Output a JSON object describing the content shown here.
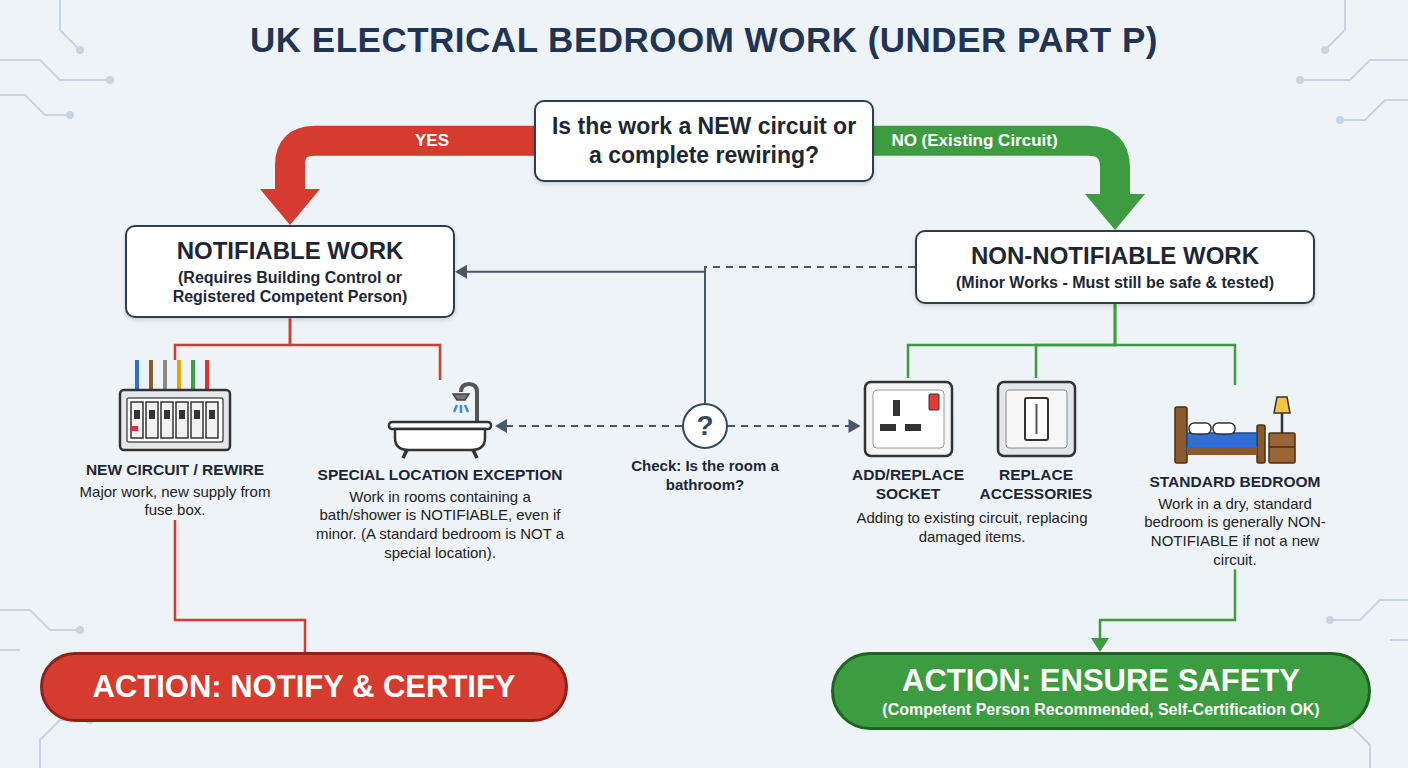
{
  "diagram": {
    "title": "UK ELECTRICAL BEDROOM WORK (UNDER PART P)",
    "nodes": [
      {
        "text": [
          "Is the work a NEW circuit or a complete rewiring?"
        ]
      },
      {
        "text": [
          "NOTIFIABLE WORK",
          "(Requires Building Control or Registered Competent Person)"
        ]
      },
      {
        "text": [
          "NON-NOTIFIABLE WORK",
          "(Minor Works - Must still be safe & tested)"
        ]
      },
      {
        "text": [
          "?",
          "Check: Is the room a bathroom?"
        ]
      },
      {
        "text": [
          "NEW CIRCUIT / REWIRE",
          "Major work, new supply from fuse box."
        ]
      },
      {
        "text": [
          "SPECIAL LOCATION EXCEPTION",
          "Work in rooms containing a bath/shower is NOTIFIABLE, even if minor. (A standard bedroom is NOT a special location)."
        ]
      },
      {
        "text": [
          "ADD/REPLACE SOCKET"
        ]
      },
      {
        "text": [
          "REPLACE ACCESSORIES"
        ]
      },
      {
        "text": [
          "STANDARD BEDROOM",
          "Work in a dry, standard bedroom is generally NON-NOTIFIABLE if not a new circuit."
        ]
      },
      {
        "text": [
          "ACTION: NOTIFY & CERTIFY"
        ]
      },
      {
        "text": [
          "ACTION: ENSURE SAFETY",
          "(Competent Person Recommended, Self-Certification OK)"
        ]
      }
    ],
    "edges": [
      {
        "from": 0,
        "to": 1,
        "arrow": "to",
        "label": "YES"
      },
      {
        "from": 0,
        "to": 2,
        "arrow": "to",
        "label": "NO (Existing Circuit)"
      },
      {
        "from": 2,
        "to": 3,
        "arrow": "none"
      },
      {
        "from": 3,
        "to": 1,
        "arrow": "to"
      },
      {
        "from": 3,
        "to": 5,
        "arrow": "to"
      },
      {
        "from": 3,
        "to": 6,
        "arrow": "to"
      },
      {
        "from": 1,
        "to": 4,
        "arrow": "none"
      },
      {
        "from": 1,
        "to": 5,
        "arrow": "none"
      },
      {
        "from": 2,
        "to": 6,
        "arrow": "none"
      },
      {
        "from": 2,
        "to": 7,
        "arrow": "none"
      },
      {
        "from": 2,
        "to": 8,
        "arrow": "none"
      },
      {
        "from": 4,
        "to": 9,
        "arrow": "none"
      },
      {
        "from": 8,
        "to": 10,
        "arrow": "to"
      }
    ],
    "labels": [
      "Adding to existing circuit, replacing damaged items."
    ]
  }
}
